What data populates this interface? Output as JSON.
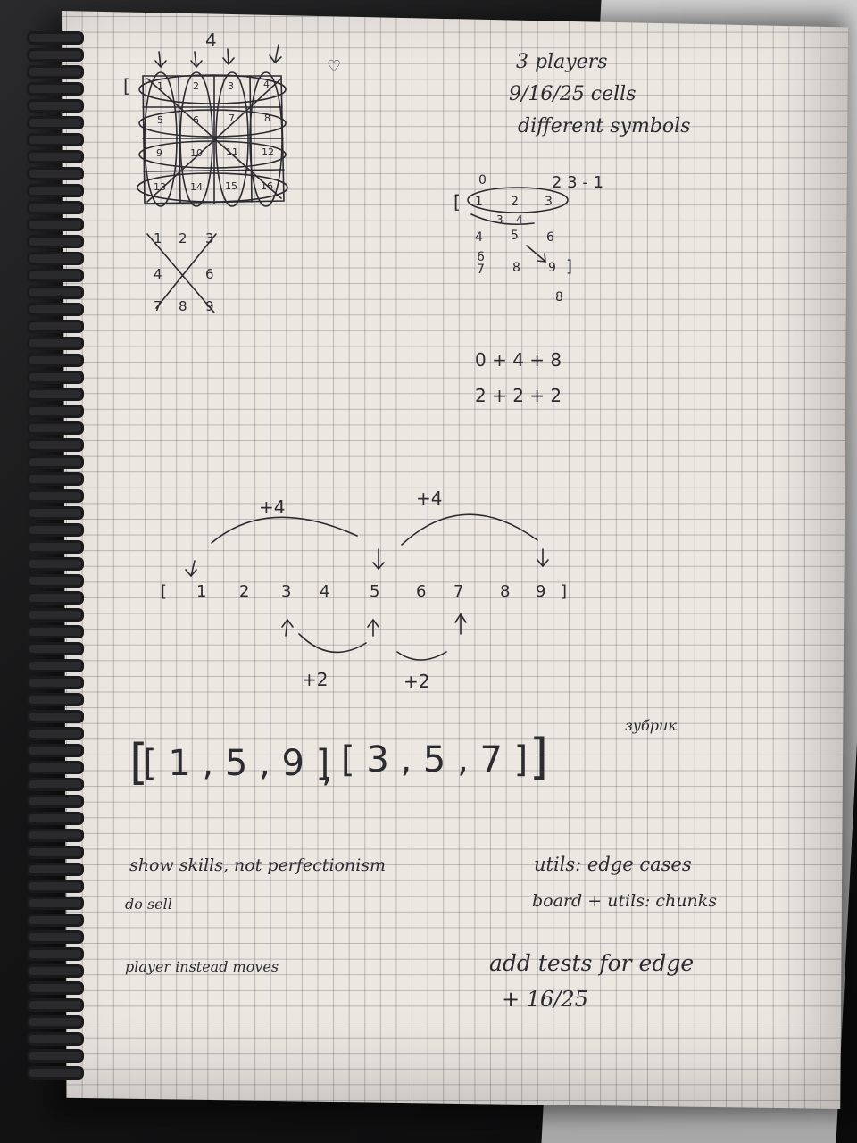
{
  "scene": {
    "description_type": "photo of a spiral grid notebook page with handwritten notes",
    "ink_color": "#2b2b30",
    "paper_color": "#ede7e2"
  },
  "grid4": {
    "top_label": "4",
    "bracket": "[",
    "cells": [
      "1",
      "2",
      "3",
      "4",
      "5",
      "6",
      "7",
      "8",
      "9",
      "10",
      "11",
      "12",
      "13",
      "14",
      "15",
      "16"
    ]
  },
  "grid3": {
    "cells": [
      "1",
      "2",
      "3",
      "4",
      "6",
      "7",
      "8",
      "9"
    ]
  },
  "notes_top_right": {
    "line1": "3 players",
    "line2": "9/16/25 cells",
    "line3": "different symbols"
  },
  "diagram_right": {
    "top_index": "0",
    "formula": "2 3 - 1",
    "bracket_open": "[",
    "row1": [
      "1",
      "2",
      "3"
    ],
    "row1_sub": [
      "3",
      "4"
    ],
    "row2": [
      "4",
      "5",
      "6"
    ],
    "row3_left": [
      "6",
      "7"
    ],
    "row3": [
      "8",
      "9"
    ],
    "bracket_close": "]",
    "bottom_index": "8"
  },
  "equations": {
    "line1": "0 + 4 + 8",
    "line2": "2 + 2 + 2"
  },
  "array_diagram": {
    "plus4_left": "+4",
    "plus4_right": "+4",
    "open": "[",
    "items": [
      "1",
      "2",
      "3",
      "4",
      "5",
      "6",
      "7",
      "8",
      "9"
    ],
    "close": "]",
    "plus2_left": "+2",
    "plus2_right": "+2"
  },
  "cyrillic_note": "зубрик",
  "result": {
    "text_a": "[ 1 , 5 , 9 ]",
    "sep": ",",
    "text_b": "[ 3 , 5 , 7 ]"
  },
  "bottom_notes": {
    "left1": "show skills, not perfectionism",
    "left2": "do sell",
    "left3": "player instead moves",
    "right1": "utils: edge cases",
    "right2": "board + utils: chunks",
    "right3": "add tests for edge",
    "right4": "+ 16/25"
  },
  "heart_symbol": "♡"
}
